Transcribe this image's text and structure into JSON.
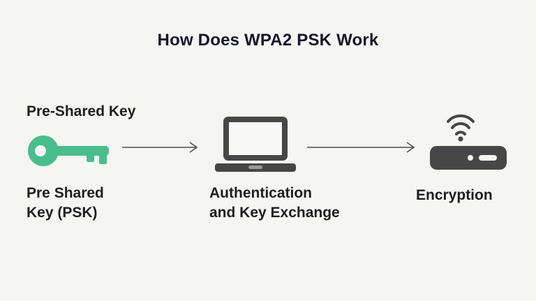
{
  "title": "How Does WPA2 PSK Work",
  "psk": {
    "top_label": "Pre-Shared Key",
    "label_line1": "Pre Shared",
    "label_line2": "Key (PSK)"
  },
  "auth": {
    "label_line1": "Authentication",
    "label_line2": "and Key Exchange"
  },
  "encryption": {
    "label": "Encryption"
  },
  "icons": [
    "key-icon",
    "laptop-icon",
    "router-wifi-icon",
    "arrow-right-icon",
    "arrow-right-icon"
  ],
  "colors": {
    "background": "#f5f5f2",
    "key_green": "#4abd8c",
    "icon_dark": "#474747",
    "text_dark": "#1d1d22",
    "title_dark": "#15152e",
    "arrow_gray": "#4d4d4d"
  }
}
